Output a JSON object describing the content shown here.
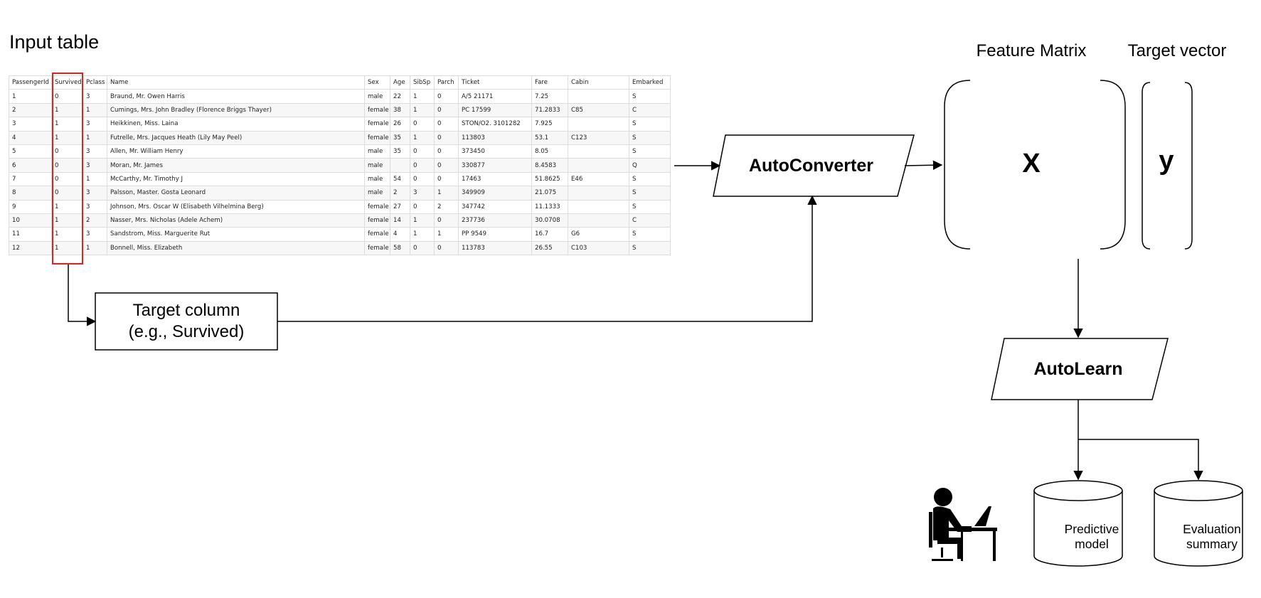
{
  "input_table": {
    "title": "Input table",
    "columns": [
      "PassengerId",
      "Survived",
      "Pclass",
      "Name",
      "Sex",
      "Age",
      "SibSp",
      "Parch",
      "Ticket",
      "Fare",
      "Cabin",
      "Embarked"
    ],
    "rows": [
      [
        "1",
        "0",
        "3",
        "Braund, Mr. Owen Harris",
        "male",
        "22",
        "1",
        "0",
        "A/5 21171",
        "7.25",
        "",
        "S"
      ],
      [
        "2",
        "1",
        "1",
        "Cumings, Mrs. John Bradley (Florence Briggs Thayer)",
        "female",
        "38",
        "1",
        "0",
        "PC 17599",
        "71.2833",
        "C85",
        "C"
      ],
      [
        "3",
        "1",
        "3",
        "Heikkinen, Miss. Laina",
        "female",
        "26",
        "0",
        "0",
        "STON/O2. 3101282",
        "7.925",
        "",
        "S"
      ],
      [
        "4",
        "1",
        "1",
        "Futrelle, Mrs. Jacques Heath (Lily May Peel)",
        "female",
        "35",
        "1",
        "0",
        "113803",
        "53.1",
        "C123",
        "S"
      ],
      [
        "5",
        "0",
        "3",
        "Allen, Mr. William Henry",
        "male",
        "35",
        "0",
        "0",
        "373450",
        "8.05",
        "",
        "S"
      ],
      [
        "6",
        "0",
        "3",
        "Moran, Mr. James",
        "male",
        "",
        "0",
        "0",
        "330877",
        "8.4583",
        "",
        "Q"
      ],
      [
        "7",
        "0",
        "1",
        "McCarthy, Mr. Timothy J",
        "male",
        "54",
        "0",
        "0",
        "17463",
        "51.8625",
        "E46",
        "S"
      ],
      [
        "8",
        "0",
        "3",
        "Palsson, Master. Gosta Leonard",
        "male",
        "2",
        "3",
        "1",
        "349909",
        "21.075",
        "",
        "S"
      ],
      [
        "9",
        "1",
        "3",
        "Johnson, Mrs. Oscar W (Elisabeth Vilhelmina Berg)",
        "female",
        "27",
        "0",
        "2",
        "347742",
        "11.1333",
        "",
        "S"
      ],
      [
        "10",
        "1",
        "2",
        "Nasser, Mrs. Nicholas (Adele Achem)",
        "female",
        "14",
        "1",
        "0",
        "237736",
        "30.0708",
        "",
        "C"
      ],
      [
        "11",
        "1",
        "3",
        "Sandstrom, Miss. Marguerite Rut",
        "female",
        "4",
        "1",
        "1",
        "PP 9549",
        "16.7",
        "G6",
        "S"
      ],
      [
        "12",
        "1",
        "1",
        "Bonnell, Miss. Elizabeth",
        "female",
        "58",
        "0",
        "0",
        "113783",
        "26.55",
        "C103",
        "S"
      ]
    ],
    "highlight_color": "#e2231a"
  },
  "target_column": {
    "line1": "Target column",
    "line2": "(e.g., Survived)"
  },
  "autoconverter": {
    "label": "AutoConverter"
  },
  "feature_matrix": {
    "label": "Feature Matrix",
    "symbol": "X"
  },
  "target_vector": {
    "label": "Target vector",
    "symbol": "y"
  },
  "autolearn": {
    "label": "AutoLearn"
  },
  "predictive_model": {
    "line1": "Predictive",
    "line2": "model"
  },
  "evaluation_summary": {
    "line1": "Evaluation",
    "line2": "summary"
  },
  "icons": {
    "user": "person-at-laptop-icon"
  }
}
